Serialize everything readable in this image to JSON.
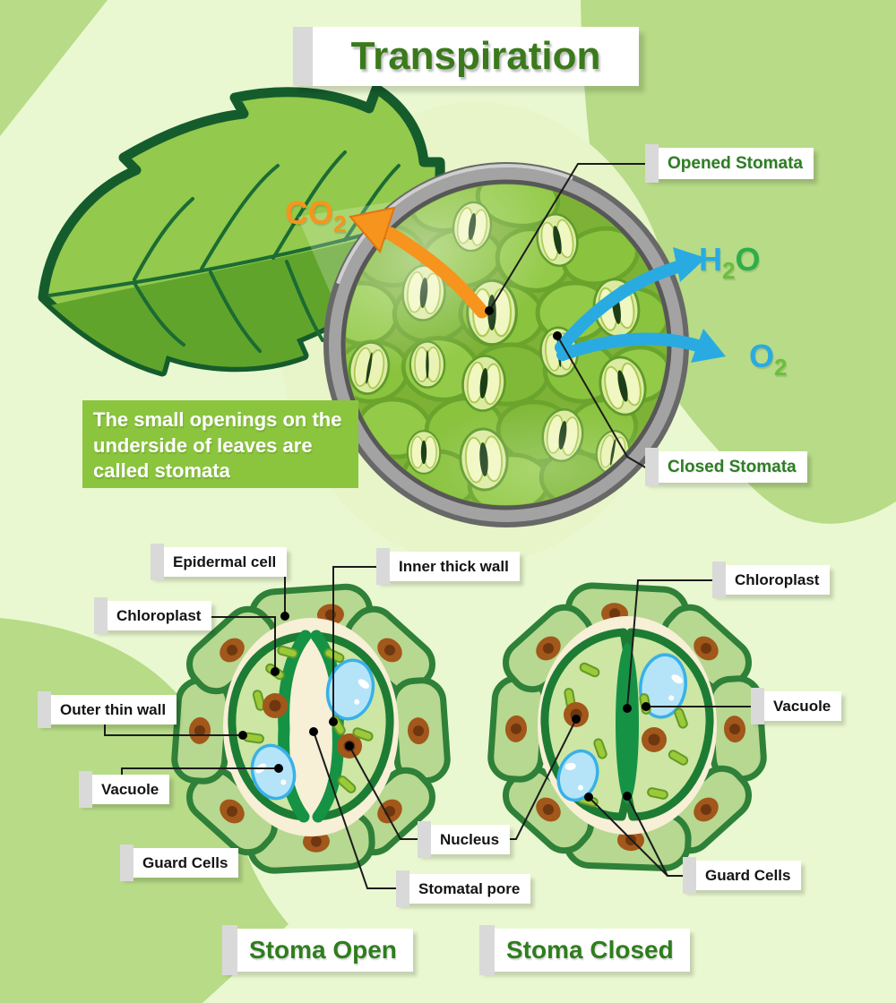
{
  "title": "Transpiration",
  "info_box": {
    "line1": "The small openings on the",
    "line2": "underside of leaves are",
    "line3": "called stomata"
  },
  "molecules": {
    "co2": {
      "formula_base": "CO",
      "subscript": "2"
    },
    "h2o": {
      "h": "H",
      "subscript": "2",
      "o": "O"
    },
    "o2": {
      "formula_base": "O",
      "subscript": "2"
    }
  },
  "labels": {
    "opened_stomata": "Opened Stomata",
    "closed_stomata": "Closed Stomata",
    "epidermal_cell": "Epidermal cell",
    "inner_thick_wall": "Inner thick wall",
    "chloroplast_left": "Chloroplast",
    "chloroplast_right": "Chloroplast",
    "outer_thin_wall": "Outer thin wall",
    "vacuole_left": "Vacuole",
    "vacuole_right": "Vacuole",
    "guard_cells_left": "Guard Cells",
    "guard_cells_right": "Guard Cells",
    "nucleus": "Nucleus",
    "stomatal_pore": "Stomatal pore"
  },
  "section_titles": {
    "open": "Stoma Open",
    "closed": "Stoma Closed"
  },
  "colors": {
    "title_green": "#3a7a1c",
    "label_green": "#2e7d25",
    "co2_arrow_orange": "#f7941d",
    "gas_arrow_blue": "#29abe2",
    "info_panel_green": "#8bc53e",
    "background_light": "#e9f8d0",
    "background_medium": "#b7db87",
    "cell_fill_green": "#b6d890",
    "guard_cell_green": "#cde6a3",
    "nucleus_brown": "#a2571b",
    "vacuole_blue": "#b5e4f8"
  }
}
